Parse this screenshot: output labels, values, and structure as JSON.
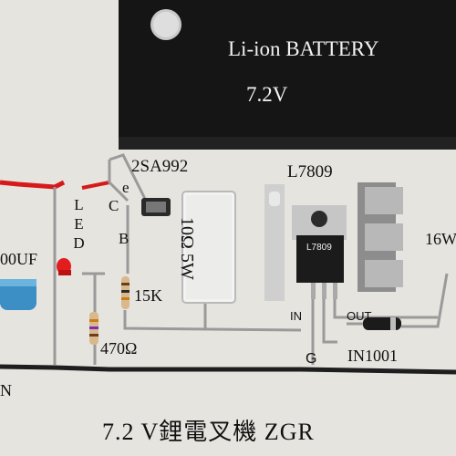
{
  "battery": {
    "label": "Li-ion  BATTERY",
    "voltage": "7.2V"
  },
  "labels": {
    "transistor": "2SA992",
    "regulator": "L7809",
    "resistor_power": "10Ω 5W",
    "led": "LED",
    "pin_e": "e",
    "pin_c": "C",
    "pin_b": "B",
    "resistor_15k": "15K",
    "resistor_470": "470Ω",
    "capacitor": "00UF",
    "output_voltage": "16W",
    "pin_in": "IN",
    "pin_out": "OUT",
    "pin_g": "G",
    "diode": "IN1001",
    "left_edge": "N",
    "regulator_chip": "L7809"
  },
  "caption": "7.2 V鋰電叉機 ZGR"
}
